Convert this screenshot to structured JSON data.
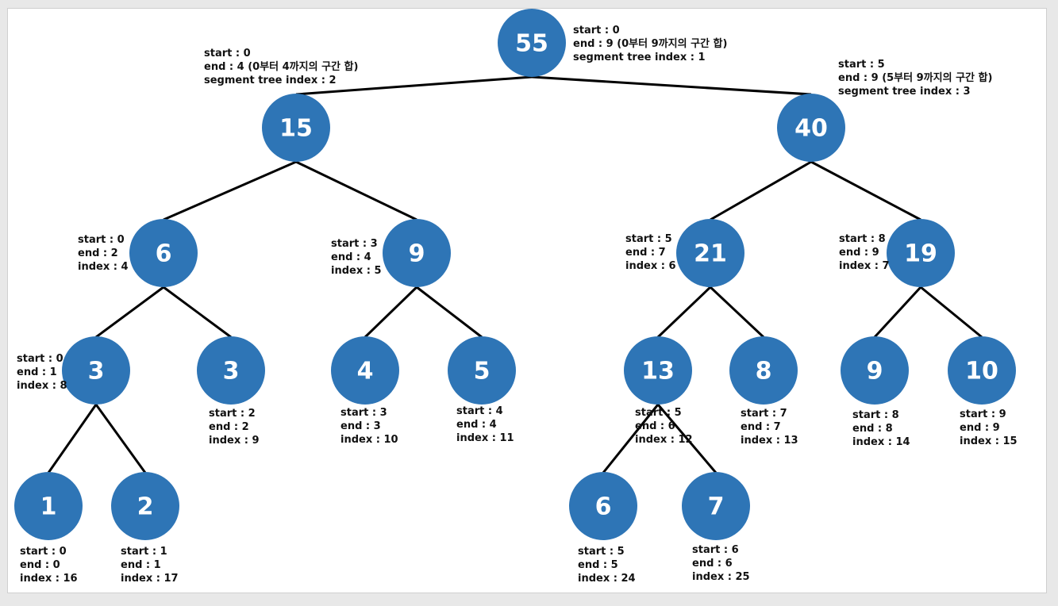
{
  "colors": {
    "node": "#2e75b6",
    "node_text": "#ffffff",
    "edge": "#000000",
    "label": "#111111"
  },
  "nodes": [
    {
      "id": 1,
      "value": "55",
      "lines": [
        "start : 0",
        "end : 9 (0부터 9까지의 구간 합)",
        "segment tree index : 1"
      ]
    },
    {
      "id": 2,
      "value": "15",
      "lines": [
        "start : 0",
        "end : 4 (0부터 4까지의 구간 합)",
        "segment tree index : 2"
      ]
    },
    {
      "id": 3,
      "value": "40",
      "lines": [
        "start : 5",
        "end : 9 (5부터 9까지의 구간 합)",
        "segment tree index : 3"
      ]
    },
    {
      "id": 4,
      "value": "6",
      "lines": [
        "start : 0",
        "end : 2",
        "index : 4"
      ]
    },
    {
      "id": 5,
      "value": "9",
      "lines": [
        "start : 3",
        "end : 4",
        "index : 5"
      ]
    },
    {
      "id": 6,
      "value": "21",
      "lines": [
        "start : 5",
        "end : 7",
        "index : 6"
      ]
    },
    {
      "id": 7,
      "value": "19",
      "lines": [
        "start : 8",
        "end : 9",
        "index : 7"
      ]
    },
    {
      "id": 8,
      "value": "3",
      "lines": [
        "start : 0",
        "end : 1",
        "index : 8"
      ]
    },
    {
      "id": 9,
      "value": "3",
      "lines": [
        "start : 2",
        "end : 2",
        "index : 9"
      ]
    },
    {
      "id": 10,
      "value": "4",
      "lines": [
        "start : 3",
        "end : 3",
        "index : 10"
      ]
    },
    {
      "id": 11,
      "value": "5",
      "lines": [
        "start : 4",
        "end : 4",
        "index : 11"
      ]
    },
    {
      "id": 12,
      "value": "13",
      "lines": [
        "start : 5",
        "end : 6",
        "index : 12"
      ]
    },
    {
      "id": 13,
      "value": "8",
      "lines": [
        "start : 7",
        "end : 7",
        "index : 13"
      ]
    },
    {
      "id": 14,
      "value": "9",
      "lines": [
        "start : 8",
        "end : 8",
        "index : 14"
      ]
    },
    {
      "id": 15,
      "value": "10",
      "lines": [
        "start : 9",
        "end : 9",
        "index : 15"
      ]
    },
    {
      "id": 16,
      "value": "1",
      "lines": [
        "start : 0",
        "end : 0",
        "index : 16"
      ]
    },
    {
      "id": 17,
      "value": "2",
      "lines": [
        "start : 1",
        "end : 1",
        "index : 17"
      ]
    },
    {
      "id": 24,
      "value": "6",
      "lines": [
        "start : 5",
        "end : 5",
        "index : 24"
      ]
    },
    {
      "id": 25,
      "value": "7",
      "lines": [
        "start : 6",
        "end : 6",
        "index : 25"
      ]
    }
  ],
  "edges": [
    [
      1,
      2
    ],
    [
      1,
      3
    ],
    [
      2,
      4
    ],
    [
      2,
      5
    ],
    [
      3,
      6
    ],
    [
      3,
      7
    ],
    [
      4,
      8
    ],
    [
      4,
      9
    ],
    [
      5,
      10
    ],
    [
      5,
      11
    ],
    [
      6,
      12
    ],
    [
      6,
      13
    ],
    [
      7,
      14
    ],
    [
      7,
      15
    ],
    [
      8,
      16
    ],
    [
      8,
      17
    ],
    [
      12,
      24
    ],
    [
      12,
      25
    ]
  ]
}
